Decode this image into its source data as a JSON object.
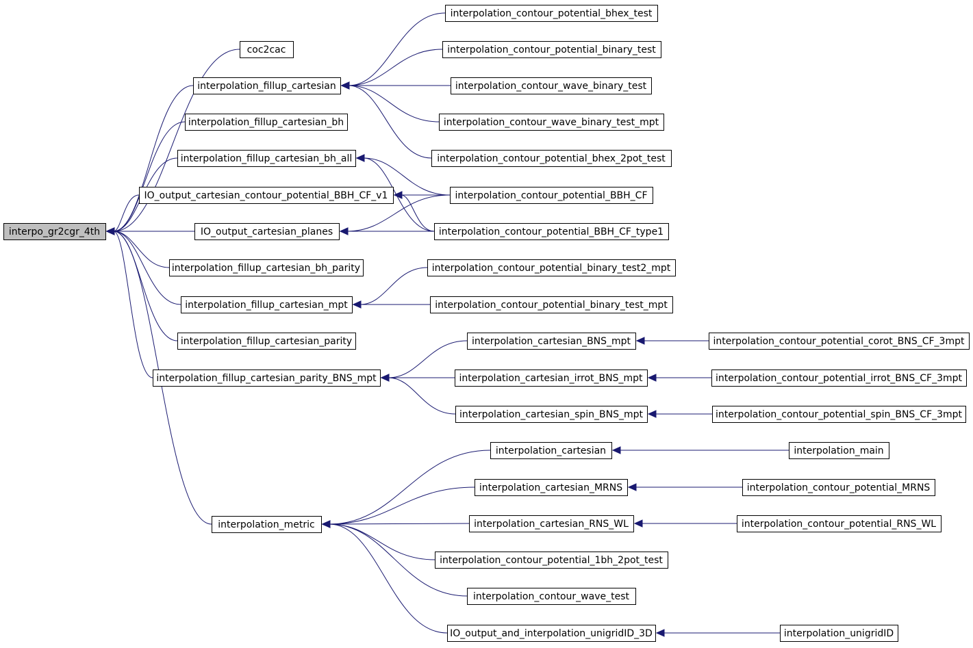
{
  "colors": {
    "edge": "#191970",
    "root_fill": "#bfbfbf",
    "node_fill": "#ffffff",
    "node_border": "#000000"
  },
  "nodes": [
    {
      "id": "n_root",
      "label": "interpo_gr2cgr_4th",
      "root": true
    },
    {
      "id": "n_coc2cac",
      "label": "coc2cac"
    },
    {
      "id": "n_ifc",
      "label": "interpolation_fillup_cartesian"
    },
    {
      "id": "n_ifcbh",
      "label": "interpolation_fillup_cartesian_bh"
    },
    {
      "id": "n_ifcbhall",
      "label": "interpolation_fillup_cartesian_bh_all"
    },
    {
      "id": "n_ioccp",
      "label": "IO_output_cartesian_contour_potential_BBH_CF_v1"
    },
    {
      "id": "n_iocpl",
      "label": "IO_output_cartesian_planes"
    },
    {
      "id": "n_ifcbhp",
      "label": "interpolation_fillup_cartesian_bh_parity"
    },
    {
      "id": "n_ifcmpt",
      "label": "interpolation_fillup_cartesian_mpt"
    },
    {
      "id": "n_ifcpar",
      "label": "interpolation_fillup_cartesian_parity"
    },
    {
      "id": "n_ifcpbns",
      "label": "interpolation_fillup_cartesian_parity_BNS_mpt"
    },
    {
      "id": "n_imetric",
      "label": "interpolation_metric"
    },
    {
      "id": "n_icpbhex",
      "label": "interpolation_contour_potential_bhex_test"
    },
    {
      "id": "n_icpbin",
      "label": "interpolation_contour_potential_binary_test"
    },
    {
      "id": "n_icwbin",
      "label": "interpolation_contour_wave_binary_test"
    },
    {
      "id": "n_icwbinmpt",
      "label": "interpolation_contour_wave_binary_test_mpt"
    },
    {
      "id": "n_icpbhex2",
      "label": "interpolation_contour_potential_bhex_2pot_test"
    },
    {
      "id": "n_icpbbh",
      "label": "interpolation_contour_potential_BBH_CF"
    },
    {
      "id": "n_icpbbht1",
      "label": "interpolation_contour_potential_BBH_CF_type1"
    },
    {
      "id": "n_icpbin2mpt",
      "label": "interpolation_contour_potential_binary_test2_mpt"
    },
    {
      "id": "n_icpbinmpt",
      "label": "interpolation_contour_potential_binary_test_mpt"
    },
    {
      "id": "n_icbnsmpt",
      "label": "interpolation_cartesian_BNS_mpt"
    },
    {
      "id": "n_icirrot",
      "label": "interpolation_cartesian_irrot_BNS_mpt"
    },
    {
      "id": "n_icspin",
      "label": "interpolation_cartesian_spin_BNS_mpt"
    },
    {
      "id": "n_icart",
      "label": "interpolation_cartesian"
    },
    {
      "id": "n_icmrns",
      "label": "interpolation_cartesian_MRNS"
    },
    {
      "id": "n_icrnswl",
      "label": "interpolation_cartesian_RNS_WL"
    },
    {
      "id": "n_icp1bh",
      "label": "interpolation_contour_potential_1bh_2pot_test"
    },
    {
      "id": "n_icwave",
      "label": "interpolation_contour_wave_test"
    },
    {
      "id": "n_ioaiu",
      "label": "IO_output_and_interpolation_unigridID_3D"
    },
    {
      "id": "n_icpcorot",
      "label": "interpolation_contour_potential_corot_BNS_CF_3mpt"
    },
    {
      "id": "n_icpirrot",
      "label": "interpolation_contour_potential_irrot_BNS_CF_3mpt"
    },
    {
      "id": "n_icpspin",
      "label": "interpolation_contour_potential_spin_BNS_CF_3mpt"
    },
    {
      "id": "n_imain",
      "label": "interpolation_main"
    },
    {
      "id": "n_icpmrns",
      "label": "interpolation_contour_potential_MRNS"
    },
    {
      "id": "n_icprnswl",
      "label": "interpolation_contour_potential_RNS_WL"
    },
    {
      "id": "n_iuid",
      "label": "interpolation_unigridID"
    }
  ],
  "edges": [
    [
      "n_coc2cac",
      "n_root"
    ],
    [
      "n_ifc",
      "n_root"
    ],
    [
      "n_ifcbh",
      "n_root"
    ],
    [
      "n_ifcbhall",
      "n_root"
    ],
    [
      "n_ioccp",
      "n_root"
    ],
    [
      "n_iocpl",
      "n_root"
    ],
    [
      "n_ifcbhp",
      "n_root"
    ],
    [
      "n_ifcmpt",
      "n_root"
    ],
    [
      "n_ifcpar",
      "n_root"
    ],
    [
      "n_ifcpbns",
      "n_root"
    ],
    [
      "n_imetric",
      "n_root"
    ],
    [
      "n_icpbhex",
      "n_ifc"
    ],
    [
      "n_icpbin",
      "n_ifc"
    ],
    [
      "n_icwbin",
      "n_ifc"
    ],
    [
      "n_icwbinmpt",
      "n_ifc"
    ],
    [
      "n_icpbhex2",
      "n_ifc"
    ],
    [
      "n_icpbbh",
      "n_ifcbhall"
    ],
    [
      "n_icpbbht1",
      "n_ifcbhall"
    ],
    [
      "n_icpbbh",
      "n_ioccp"
    ],
    [
      "n_icpbbht1",
      "n_ioccp"
    ],
    [
      "n_icpbbh",
      "n_iocpl"
    ],
    [
      "n_icpbbht1",
      "n_iocpl"
    ],
    [
      "n_icpbin2mpt",
      "n_ifcmpt"
    ],
    [
      "n_icpbinmpt",
      "n_ifcmpt"
    ],
    [
      "n_icbnsmpt",
      "n_ifcpbns"
    ],
    [
      "n_icirrot",
      "n_ifcpbns"
    ],
    [
      "n_icspin",
      "n_ifcpbns"
    ],
    [
      "n_icpcorot",
      "n_icbnsmpt"
    ],
    [
      "n_icpirrot",
      "n_icirrot"
    ],
    [
      "n_icpspin",
      "n_icspin"
    ],
    [
      "n_icart",
      "n_imetric"
    ],
    [
      "n_icmrns",
      "n_imetric"
    ],
    [
      "n_icrnswl",
      "n_imetric"
    ],
    [
      "n_icp1bh",
      "n_imetric"
    ],
    [
      "n_icwave",
      "n_imetric"
    ],
    [
      "n_ioaiu",
      "n_imetric"
    ],
    [
      "n_imain",
      "n_icart"
    ],
    [
      "n_icpmrns",
      "n_icmrns"
    ],
    [
      "n_icprnswl",
      "n_icrnswl"
    ],
    [
      "n_iuid",
      "n_ioaiu"
    ]
  ]
}
